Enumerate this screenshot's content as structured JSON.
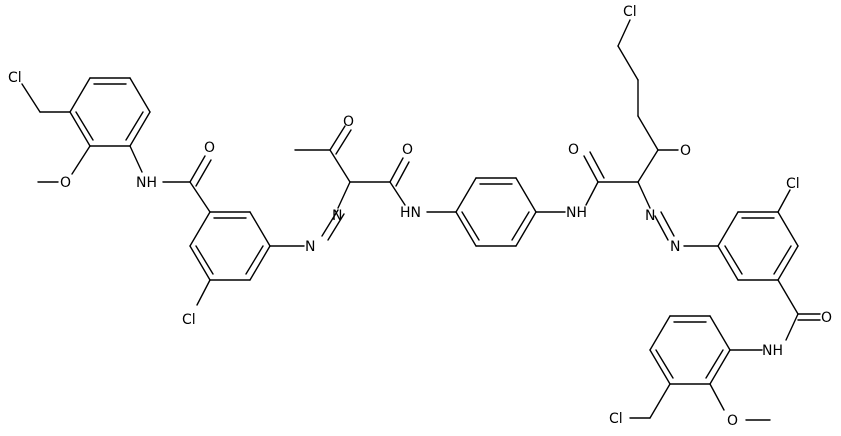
{
  "labels": {
    "cl_top_left": "Cl",
    "cl_ring_left": "Cl",
    "cl_top_right": "Cl",
    "cl_ring_right": "Cl",
    "cl_bottom_right": "Cl",
    "o_methoxy_left": "O",
    "o_amide_left": "O",
    "nh_amide_left": "NH",
    "n_azo_left_1": "N",
    "n_azo_left_2": "N",
    "o_ketone_left": "O",
    "o_amide_mid_left": "O",
    "nh_mid_left": "HN",
    "nh_mid_right": "NH",
    "o_amide_mid_right": "O",
    "o_ketone_right": "O",
    "n_azo_right_1": "N",
    "n_azo_right_2": "N",
    "o_amide_right": "O",
    "nh_amide_right": "NH",
    "o_methoxy_right": "O"
  }
}
